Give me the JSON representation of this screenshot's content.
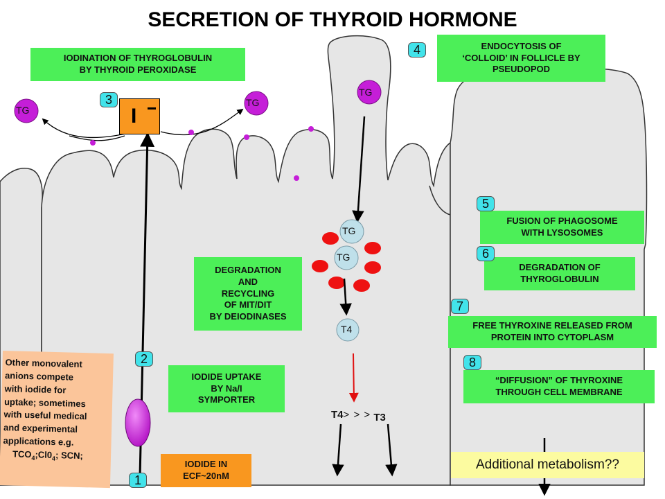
{
  "title": "SECRETION OF THYROID HORMONE",
  "colors": {
    "cell_fill": "#e6e6e6",
    "green_box": "#4cef58",
    "step_badge": "#42e3ea",
    "tg_magenta": "#c51ed8",
    "lysosome_red": "#ee1111",
    "iodide_orange": "#f9971f",
    "note_peach": "#fbc59a",
    "question_yellow": "#fcfba0"
  },
  "boxes": {
    "iodination": "IODINATION OF THYROGLOBULIN\nBY THYROID PEROXIDASE",
    "endocytosis": "ENDOCYTOSIS OF\n‘COLLOID’ IN FOLLICLE BY\nPSEUDOPOD",
    "fusion": "FUSION OF PHAGOSOME\nWITH LYSOSOMES",
    "degradation_tg": "DEGRADATION OF\nTHYROGLOBULIN",
    "free_thyroxine": "FREE THYROXINE RELEASED FROM\nPROTEIN INTO CYTOPLASM",
    "diffusion": "“DIFFUSION” OF THYROXINE\nTHROUGH CELL MEMBRANE",
    "degradation_mit": "DEGRADATION\nAND\nRECYCLING\nOF MIT/DIT\nBY DEIODINASES",
    "iodide_uptake": "IODIDE UPTAKE\nBY Na/I\nSYMPORTER",
    "iodide_ecf": "IODIDE IN\nECF~20nM",
    "additional": "Additional metabolism??"
  },
  "steps": [
    "1",
    "2",
    "3",
    "4",
    "5",
    "6",
    "7",
    "8"
  ],
  "labels": {
    "iodide": "I",
    "tg": "TG",
    "t4": "T4",
    "conversion_left": "T4",
    "conversion_arrows": "> > >",
    "conversion_right": "T3"
  },
  "note": {
    "lines": [
      "Other monovalent",
      "anions compete",
      "with iodide for",
      "uptake; sometimes",
      "with useful medical",
      "and experimental",
      "applications e.g."
    ],
    "formula_a": "TCO",
    "formula_a_sub": "4",
    "formula_b": ";Cl0",
    "formula_b_sub": "4",
    "formula_c": "; SCN;"
  }
}
